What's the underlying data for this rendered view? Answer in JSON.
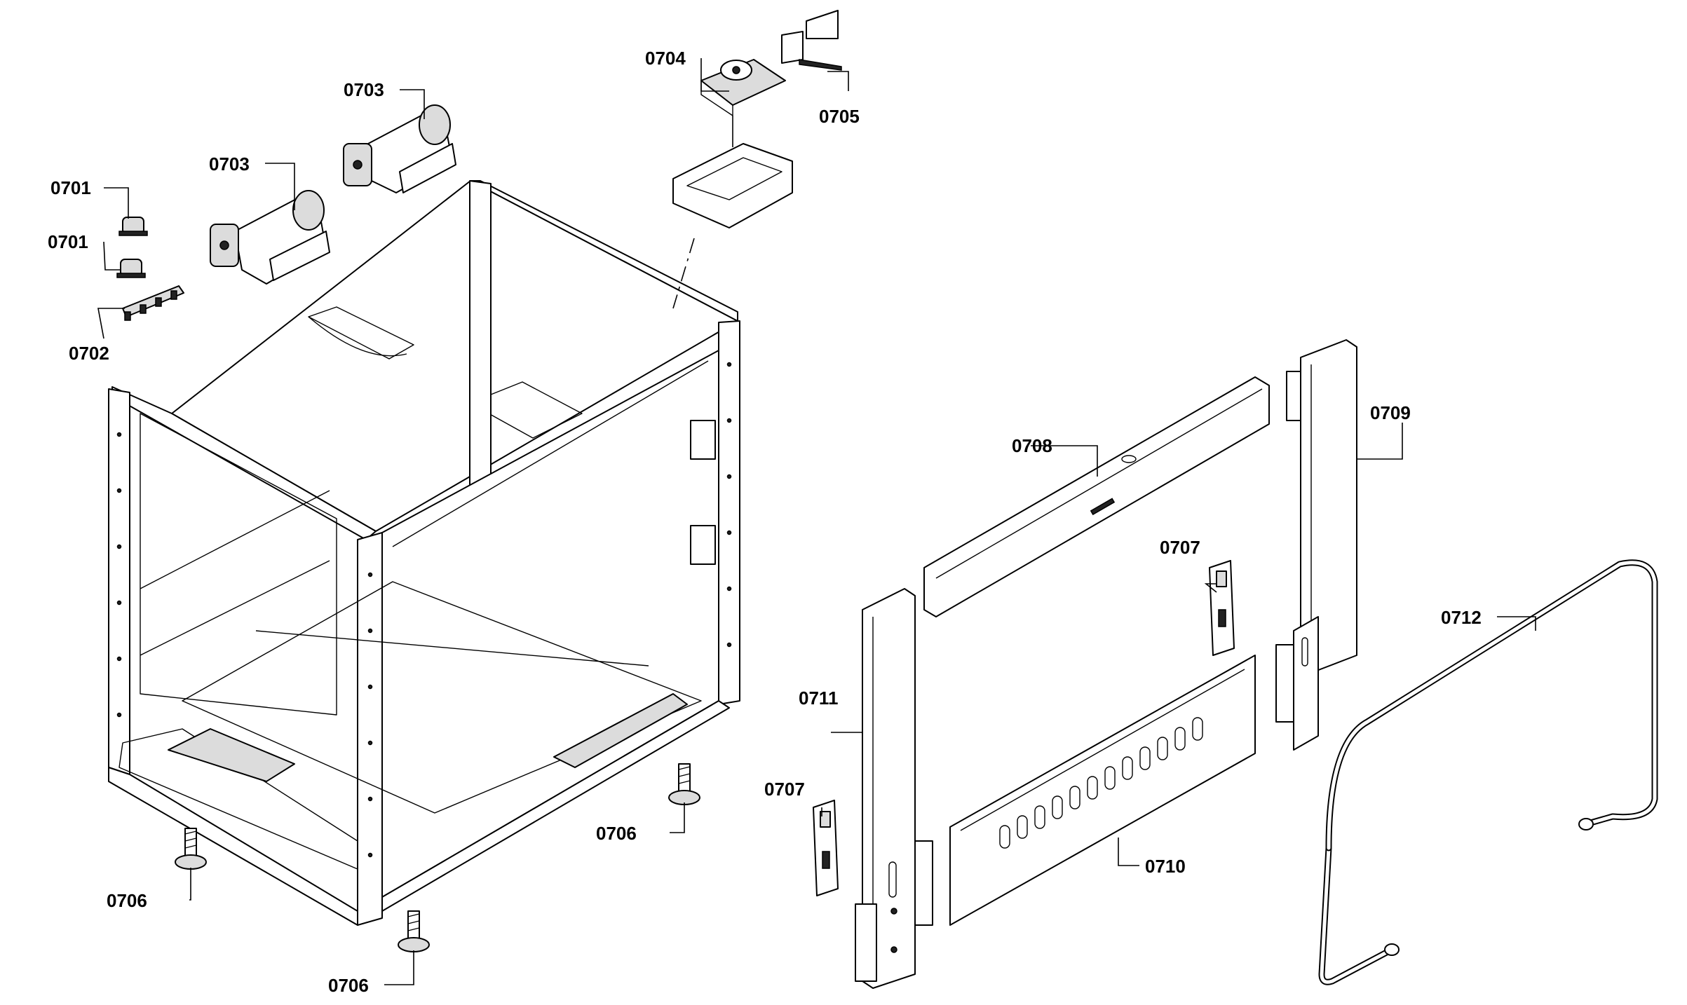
{
  "parts": {
    "p0701a": "0701",
    "p0701b": "0701",
    "p0702": "0702",
    "p0703a": "0703",
    "p0703b": "0703",
    "p0704": "0704",
    "p0705": "0705",
    "p0706a": "0706",
    "p0706b": "0706",
    "p0706c": "0706",
    "p0707a": "0707",
    "p0707b": "0707",
    "p0708": "0708",
    "p0709": "0709",
    "p0710": "0710",
    "p0711": "0711",
    "p0712": "0712"
  }
}
